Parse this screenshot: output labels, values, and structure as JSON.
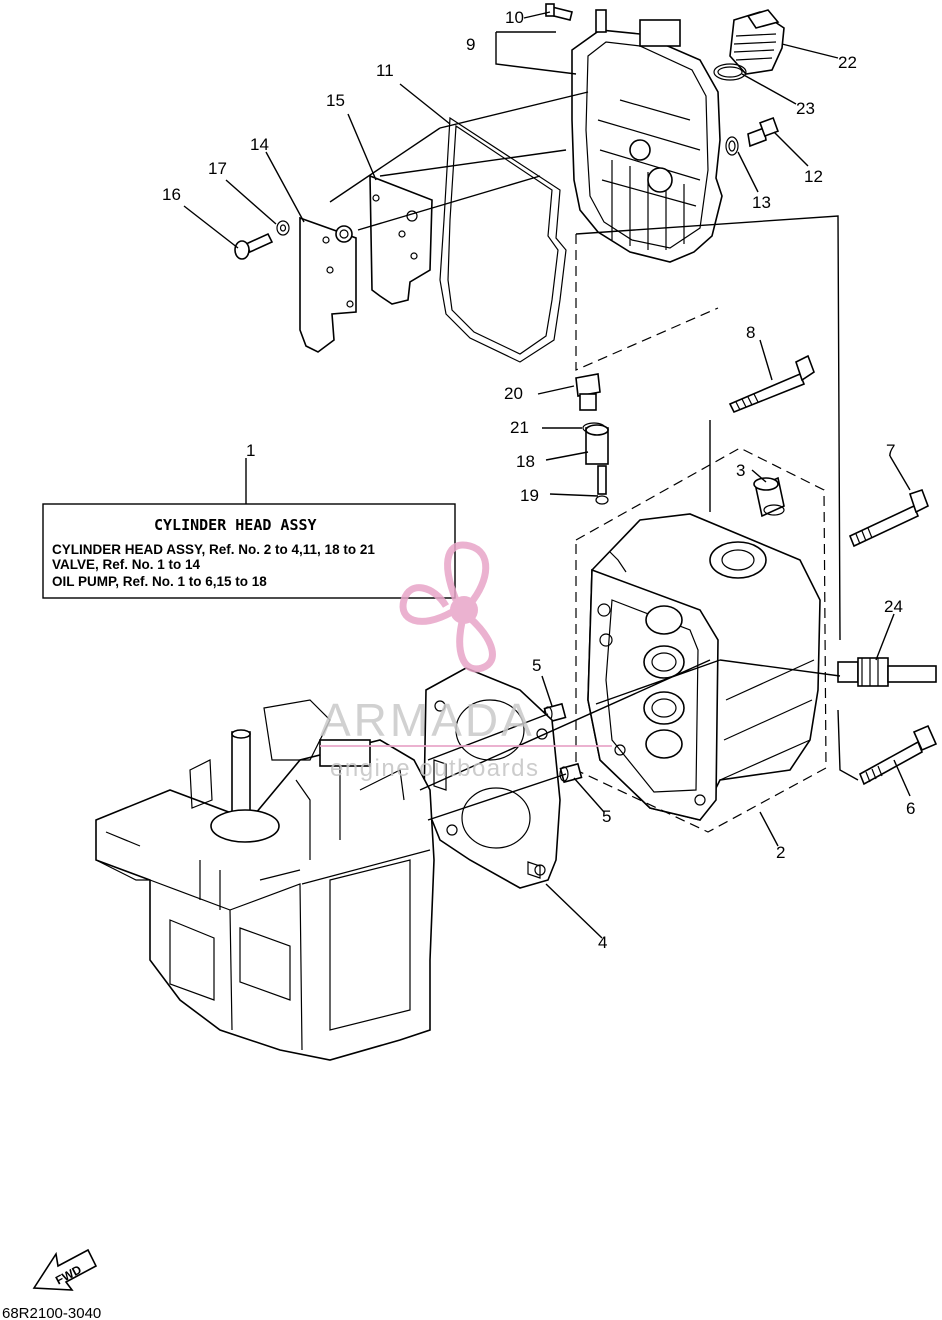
{
  "callouts": {
    "c1": "1",
    "c2": "2",
    "c3": "3",
    "c4": "4",
    "c5a": "5",
    "c5b": "5",
    "c6": "6",
    "c7": "7",
    "c8": "8",
    "c9": "9",
    "c10": "10",
    "c11": "11",
    "c12": "12",
    "c13": "13",
    "c14": "14",
    "c15": "15",
    "c16": "16",
    "c17": "17",
    "c18": "18",
    "c19": "19",
    "c20": "20",
    "c21": "21",
    "c22": "22",
    "c23": "23",
    "c24": "24"
  },
  "assy_box": {
    "title": "CYLINDER HEAD ASSY",
    "line1": "CYLINDER HEAD ASSY,  Ref. No. 2 to 4,11, 18 to 21",
    "line2": "VALVE,  Ref. No. 1 to 14",
    "line3": "OIL PUMP, Ref. No. 1 to 6,15 to 18"
  },
  "watermark": {
    "brand": "ARMADA",
    "tagline": "engine outboards",
    "logo_color": "#e8a5c8",
    "text_color": "#c8c8c8"
  },
  "fwd_arrow": {
    "label": "FWD",
    "icon": "fwd-arrow-icon"
  },
  "diagram_code": "68R2100-3040"
}
